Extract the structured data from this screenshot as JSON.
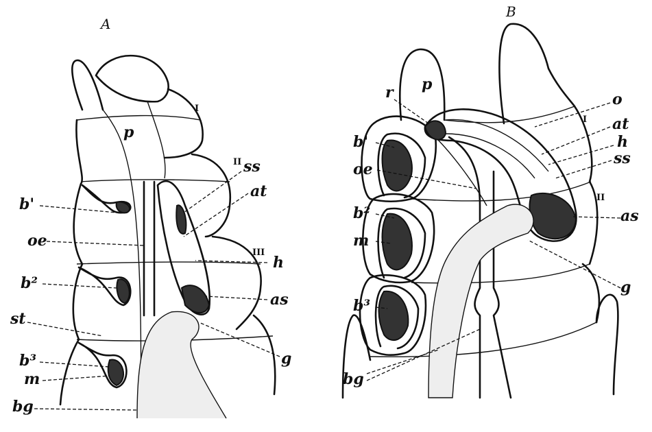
{
  "panel_a": {
    "title": "A",
    "segments": [
      "I",
      "II",
      "III"
    ],
    "labels": {
      "p": "p",
      "ss": "ss",
      "at": "at",
      "b1": "b'",
      "oe": "oe",
      "h": "h",
      "b2": "b²",
      "as": "as",
      "st": "st",
      "g": "g",
      "b3": "b³",
      "m": "m",
      "bg": "bg"
    }
  },
  "panel_b": {
    "title": "B",
    "segments": [
      "I",
      "II"
    ],
    "labels": {
      "p": "p",
      "r": "r",
      "o": "o",
      "at": "at",
      "h": "h",
      "ss": "ss",
      "b1": "b'",
      "oe": "oe",
      "as": "as",
      "b2": "b²",
      "m": "m",
      "g": "g",
      "b3": "b³",
      "bg": "bg"
    }
  }
}
